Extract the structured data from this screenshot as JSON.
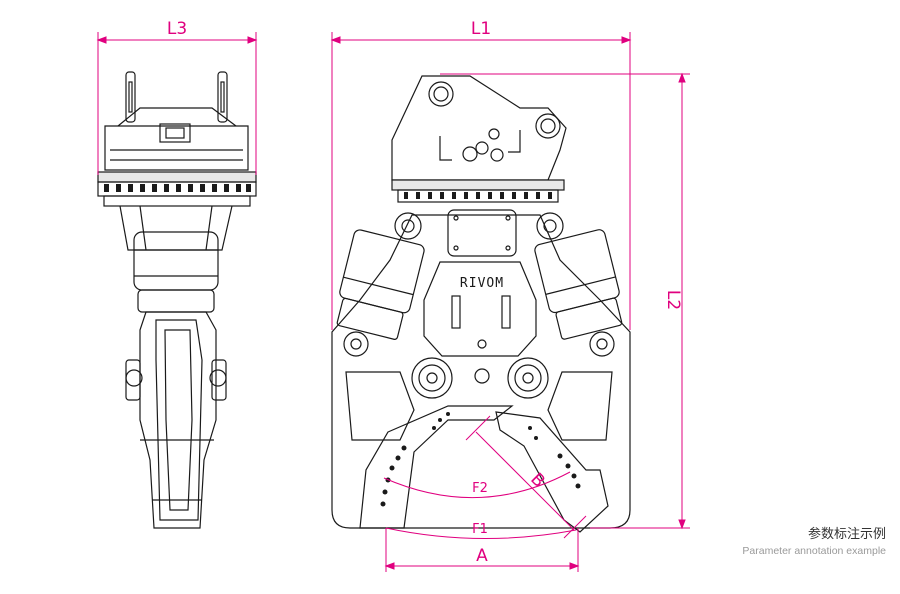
{
  "colors": {
    "dimension": "#e0007f",
    "outline": "#1a1a1a",
    "background": "#ffffff"
  },
  "dimensions": {
    "l1": "L1",
    "l2": "L2",
    "l3": "L3",
    "a": "A",
    "b": "B",
    "f1": "F1",
    "f2": "F2"
  },
  "brand": {
    "plate_text": "RIVOM"
  },
  "caption": {
    "title": "参数标注示例",
    "subtitle": "Parameter annotation example"
  }
}
